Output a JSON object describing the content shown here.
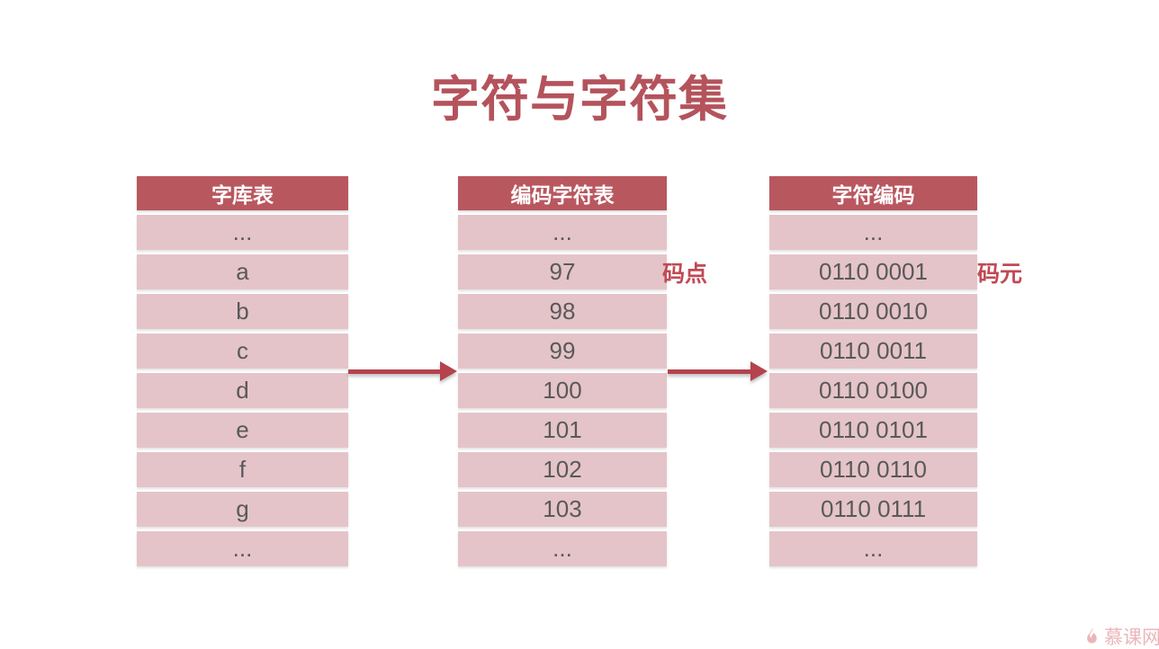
{
  "title": "字符与字符集",
  "colors": {
    "header_bg": "#b9575f",
    "row_bg": "#e4c4c9",
    "title_text": "#b4535c",
    "annotation_text": "#c04a54",
    "arrow": "#b4434e",
    "cell_text": "#595959",
    "watermark": "#eab6ba",
    "background": "#ffffff"
  },
  "tables": [
    {
      "header": "字库表",
      "rows": [
        "...",
        "a",
        "b",
        "c",
        "d",
        "e",
        "f",
        "g",
        "..."
      ]
    },
    {
      "header": "编码字符表",
      "rows": [
        "...",
        "97",
        "98",
        "99",
        "100",
        "101",
        "102",
        "103",
        "..."
      ]
    },
    {
      "header": "字符编码",
      "rows": [
        "...",
        "0110 0001",
        "0110 0010",
        "0110 0011",
        "0110 0100",
        "0110 0101",
        "0110 0110",
        "0110 0111",
        "..."
      ]
    }
  ],
  "annotations": {
    "code_point": "码点",
    "code_unit": "码元"
  },
  "watermark": {
    "icon": "flame-icon",
    "brand": "慕课网"
  }
}
